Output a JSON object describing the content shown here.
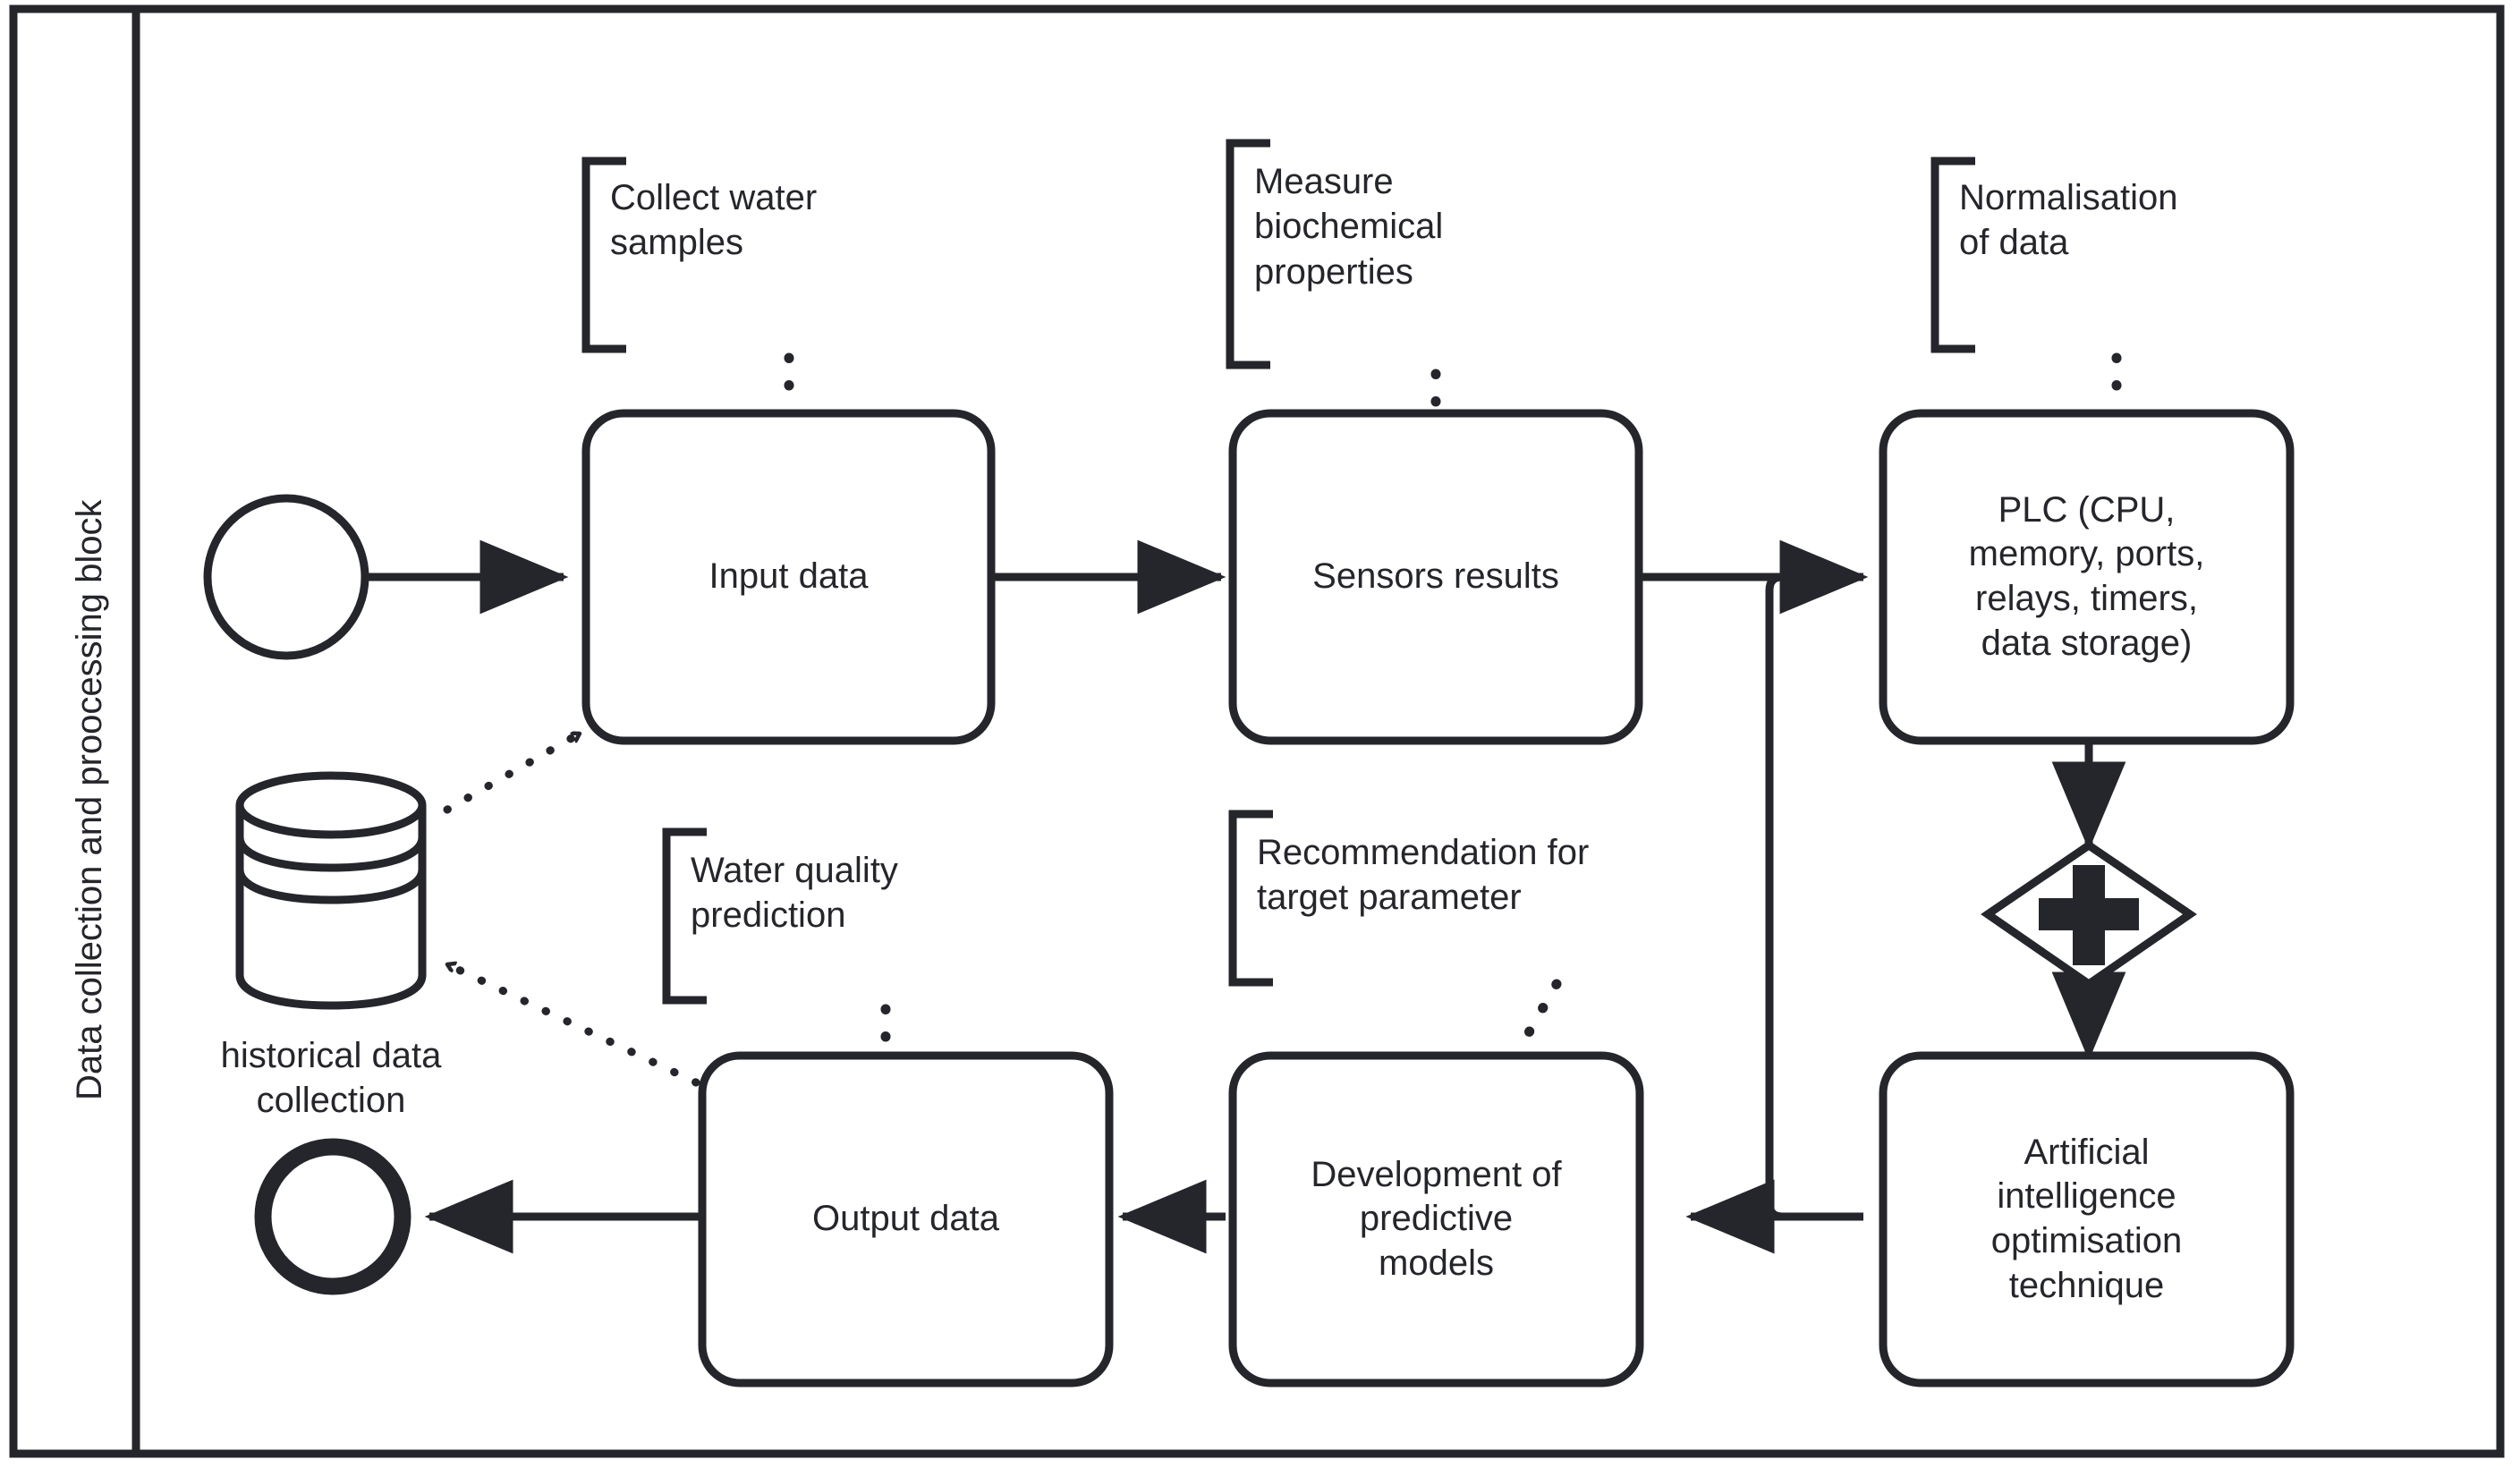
{
  "diagram": {
    "type": "bpmn-process",
    "stroke_color": "#25262b",
    "background_color": "#ffffff",
    "lane": {
      "label": "Data collection and proocessing block"
    },
    "events": [
      {
        "id": "start",
        "kind": "start-event",
        "label": ""
      },
      {
        "id": "end",
        "kind": "end-event",
        "label": ""
      }
    ],
    "gateway": {
      "id": "parallel-gateway",
      "kind": "parallel-gateway",
      "marker": "plus",
      "label": ""
    },
    "tasks": [
      {
        "id": "input-data",
        "label": "Input data"
      },
      {
        "id": "sensors-results",
        "label": "Sensors results"
      },
      {
        "id": "plc",
        "label": "PLC (CPU,\nmemory, ports,\nrelays, timers,\ndata storage)"
      },
      {
        "id": "ai-optimisation",
        "label": "Artificial\nintelligence\noptimisation\ntechnique"
      },
      {
        "id": "predictive-models",
        "label": "Development of\npredictive\nmodels"
      },
      {
        "id": "output-data",
        "label": "Output data"
      }
    ],
    "annotations": [
      {
        "id": "collect-water-samples",
        "label": "Collect water\nsamples",
        "attached_to": "input-data"
      },
      {
        "id": "measure-biochemical-properties",
        "label": "Measure\nbiochemical\nproperties",
        "attached_to": "sensors-results"
      },
      {
        "id": "normalisation-of-data",
        "label": "Normalisation\nof data",
        "attached_to": "plc"
      },
      {
        "id": "water-quality-prediction",
        "label": "Water quality\nprediction",
        "attached_to": "output-data"
      },
      {
        "id": "recommendation-target-parameter",
        "label": "Recommendation for\ntarget parameter",
        "attached_to": "predictive-models"
      }
    ],
    "data_store": {
      "id": "historical-data-collection",
      "label": "historical data\ncollection"
    }
  }
}
